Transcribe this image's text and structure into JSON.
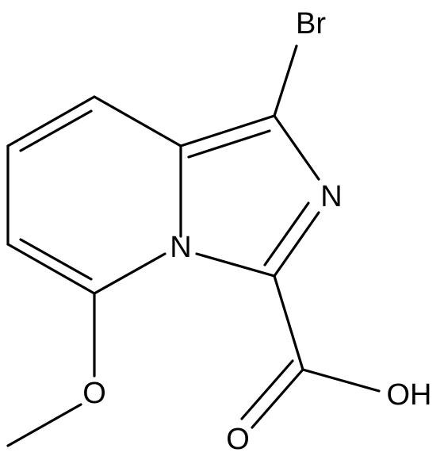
{
  "molecule": {
    "atoms": {
      "br": "Br",
      "n_imine": "N",
      "n_bridge": "N",
      "o_ether": "O",
      "o_hydroxyl": "OH",
      "o_carbonyl": "O"
    }
  },
  "colors": {
    "bond": "#000000",
    "text": "#000000",
    "background": "#ffffff"
  }
}
